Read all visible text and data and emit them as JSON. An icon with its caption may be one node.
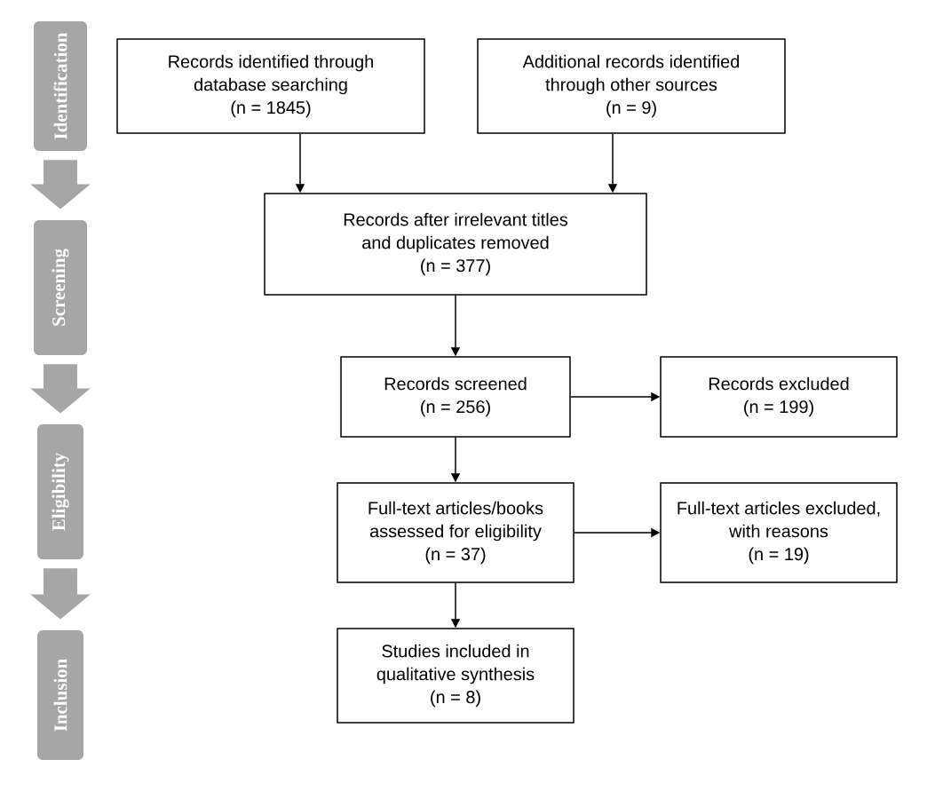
{
  "diagram": {
    "nodes": [
      {
        "text": [
          "Identification"
        ]
      },
      {
        "text": [
          "Screening"
        ]
      },
      {
        "text": [
          "Eligibility"
        ]
      },
      {
        "text": [
          "Inclusion"
        ]
      },
      {
        "text": [
          "Records identified through database searching",
          "(n = 1845)"
        ]
      },
      {
        "text": [
          "Additional records identified through other sources",
          "(n = 9)"
        ]
      },
      {
        "text": [
          "Records after irrelevant titles and duplicates removed",
          "(n = 377)"
        ]
      },
      {
        "text": [
          "Records screened",
          "(n = 256)"
        ]
      },
      {
        "text": [
          "Records excluded",
          "(n = 199)"
        ]
      },
      {
        "text": [
          "Full-text articles/books assessed for eligibility",
          "(n = 37)"
        ]
      },
      {
        "text": [
          "Full-text articles excluded, with reasons",
          "(n = 19)"
        ]
      },
      {
        "text": [
          "Studies included in qualitative synthesis",
          "(n = 8)"
        ]
      }
    ],
    "edges": [
      {
        "from": 4,
        "to": 6,
        "arrow": "to"
      },
      {
        "from": 5,
        "to": 6,
        "arrow": "to"
      },
      {
        "from": 6,
        "to": 7,
        "arrow": "to"
      },
      {
        "from": 7,
        "to": 8,
        "arrow": "to"
      },
      {
        "from": 7,
        "to": 9,
        "arrow": "to"
      },
      {
        "from": 9,
        "to": 10,
        "arrow": "to"
      },
      {
        "from": 9,
        "to": 11,
        "arrow": "to"
      },
      {
        "from": 0,
        "to": 1,
        "arrow": "to",
        "style": "thick",
        "color": "#a6a6a6"
      },
      {
        "from": 1,
        "to": 2,
        "arrow": "to",
        "style": "thick",
        "color": "#a6a6a6"
      },
      {
        "from": 2,
        "to": 3,
        "arrow": "to",
        "style": "thick",
        "color": "#a6a6a6"
      }
    ]
  }
}
